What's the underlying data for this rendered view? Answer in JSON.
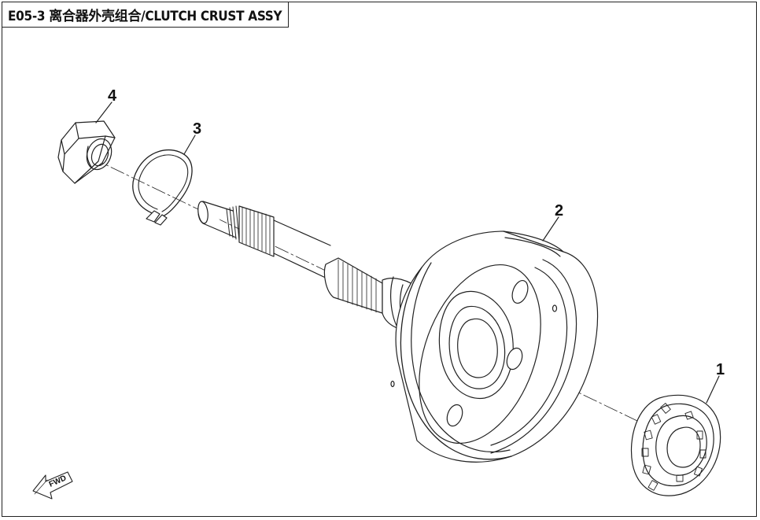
{
  "title": "E05-3 离合器外壳组合/CLUTCH CRUST ASSY",
  "callouts": [
    {
      "id": "1"
    },
    {
      "id": "2"
    },
    {
      "id": "3"
    },
    {
      "id": "4"
    }
  ],
  "direction_label": "FWD",
  "colors": {
    "line": "#222222",
    "background": "#ffffff"
  }
}
